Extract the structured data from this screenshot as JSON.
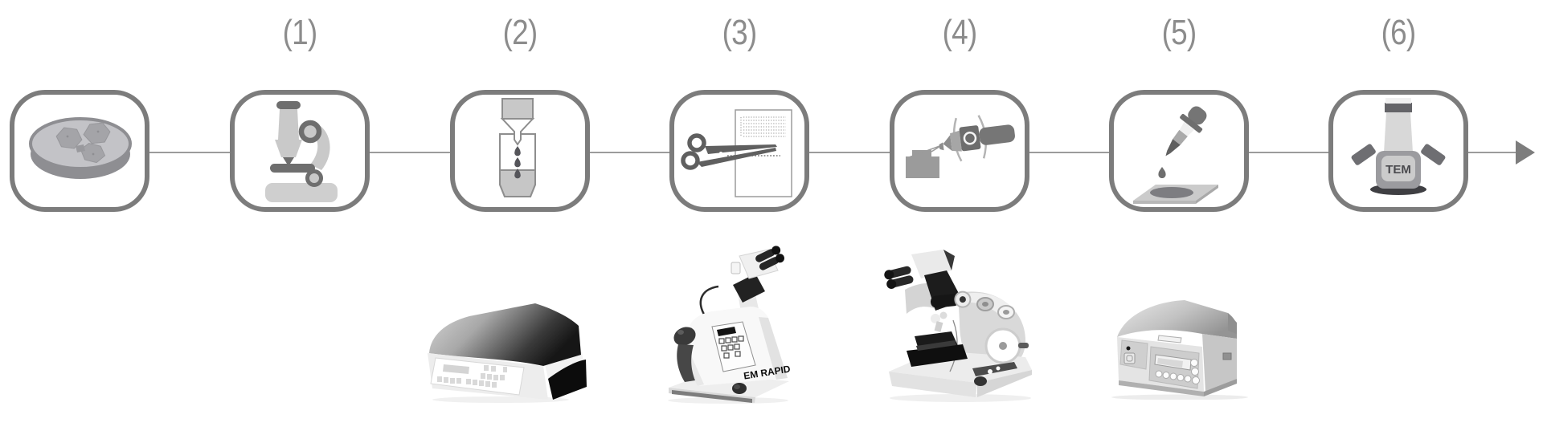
{
  "figure": {
    "title_visible": false,
    "box_border_color": "#7c7c7c",
    "connector_color": "#9b9b9b",
    "arrow_color": "#7d7d7d",
    "label_color": "#8c8c8c",
    "steps": [
      {
        "id": "specimen",
        "label": "",
        "icon": "petri-dish-icon"
      },
      {
        "id": "microscopy",
        "label": "(1)",
        "icon": "microscope-icon"
      },
      {
        "id": "processing",
        "label": "(2)",
        "icon": "funnel-drops-icon"
      },
      {
        "id": "trimming",
        "label": "(3)",
        "icon": "scissors-paper-icon"
      },
      {
        "id": "sectioning",
        "label": "(4)",
        "icon": "trim-knife-icon"
      },
      {
        "id": "staining",
        "label": "(5)",
        "icon": "pipette-slide-icon"
      },
      {
        "id": "tem",
        "label": "(6)",
        "icon": "tem-column-icon",
        "badge": "TEM"
      }
    ]
  },
  "equipment": [
    {
      "id": "tissue-processor",
      "label": ""
    },
    {
      "id": "em-rapid-trimmer",
      "label": "EM RAPID"
    },
    {
      "id": "ultramicrotome",
      "label": ""
    },
    {
      "id": "automatic-stainer",
      "label": ""
    }
  ]
}
